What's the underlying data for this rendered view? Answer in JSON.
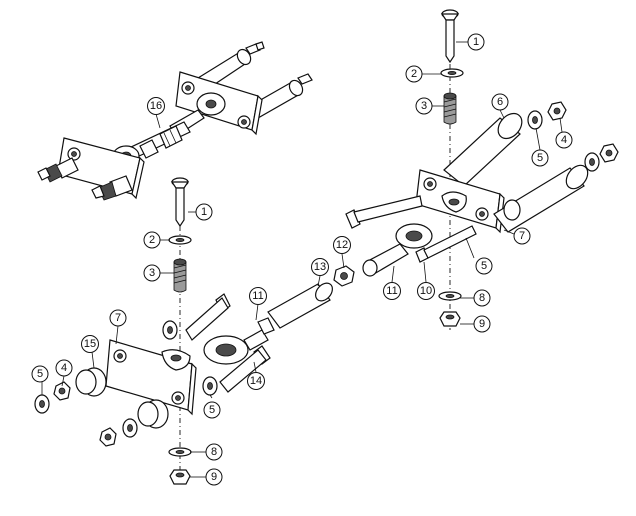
{
  "callouts": [
    {
      "id": "c1a",
      "label": "1"
    },
    {
      "id": "c2a",
      "label": "2"
    },
    {
      "id": "c3a",
      "label": "3"
    },
    {
      "id": "c6",
      "label": "6"
    },
    {
      "id": "c4a",
      "label": "4"
    },
    {
      "id": "c5a",
      "label": "5"
    },
    {
      "id": "c16",
      "label": "16"
    },
    {
      "id": "c1b",
      "label": "1"
    },
    {
      "id": "c2b",
      "label": "2"
    },
    {
      "id": "c3b",
      "label": "3"
    },
    {
      "id": "c7a",
      "label": "7"
    },
    {
      "id": "c12",
      "label": "12"
    },
    {
      "id": "c13",
      "label": "13"
    },
    {
      "id": "c5b",
      "label": "5"
    },
    {
      "id": "c11a",
      "label": "11"
    },
    {
      "id": "c10",
      "label": "10"
    },
    {
      "id": "c8a",
      "label": "8"
    },
    {
      "id": "c9a",
      "label": "9"
    },
    {
      "id": "c11b",
      "label": "11"
    },
    {
      "id": "c7b",
      "label": "7"
    },
    {
      "id": "c15",
      "label": "15"
    },
    {
      "id": "c14",
      "label": "14"
    },
    {
      "id": "c4b",
      "label": "4"
    },
    {
      "id": "c5c",
      "label": "5"
    },
    {
      "id": "c5d",
      "label": "5"
    },
    {
      "id": "c8b",
      "label": "8"
    },
    {
      "id": "c9b",
      "label": "9"
    }
  ]
}
